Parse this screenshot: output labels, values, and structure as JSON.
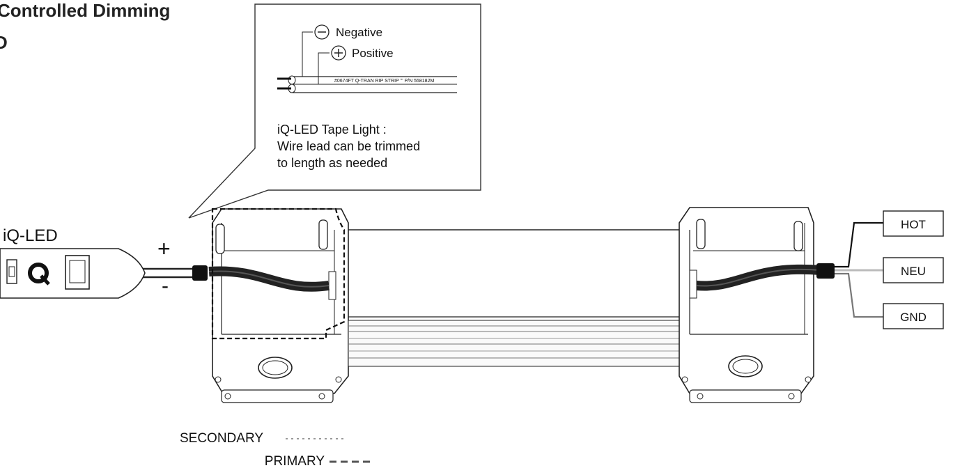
{
  "header": {
    "title_fragment": "Controlled Dimming",
    "subtitle_fragment": "D"
  },
  "callout": {
    "negative_label": "Negative",
    "positive_label": "Positive",
    "wire_print": "#0674FT Q-TRAN RIP STRIP ''' P/N 558182M",
    "note_line1": "iQ-LED Tape Light :",
    "note_line2": "Wire lead can be trimmed",
    "note_line3": "to length as needed"
  },
  "tape": {
    "label": "iQ-LED",
    "plus_symbol": "+",
    "minus_symbol": "-"
  },
  "terminals": {
    "hot": "HOT",
    "neu": "NEU",
    "gnd": "GND"
  },
  "legend": {
    "secondary": "SECONDARY",
    "primary": "PRIMARY"
  }
}
